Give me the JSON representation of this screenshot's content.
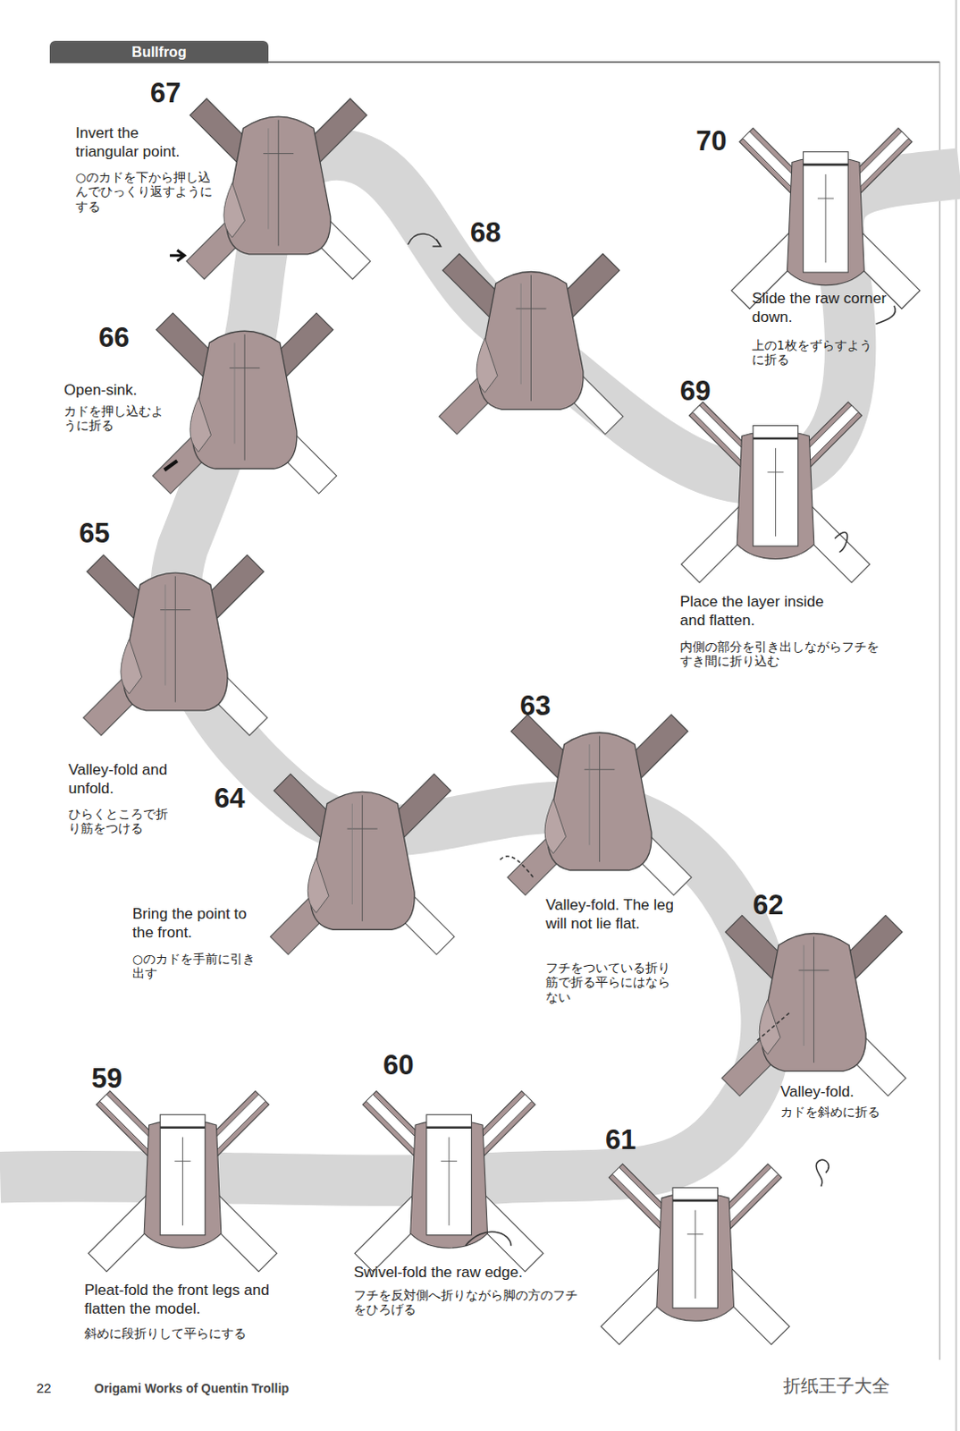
{
  "diagram": {
    "title": "Bullfrog",
    "labels": [
      "67",
      "Invert the triangular point.",
      "○のカドを下から押し込んでひっくり返すようにする",
      "68",
      "70",
      "Slide the raw corner down.",
      "上の1枚をずらすように折る",
      "69",
      "Place the layer inside and flatten.",
      "内側の部分を引き出しながらフチをすき間に折り込む",
      "66",
      "Open-sink.",
      "カドを押し込むように折る",
      "65",
      "Valley-fold and unfold.",
      "ひらくところで折り筋をつける",
      "64",
      "Bring the point to the front.",
      "○のカドを手前に引き出す",
      "63",
      "Valley-fold. The leg will not lie flat.",
      "フチをついている折り筋で折る平らにはならない",
      "62",
      "Valley-fold.",
      "カドを斜めに折る",
      "59",
      "Pleat-fold the front legs and flatten the model.",
      "斜めに段折りして平らにする",
      "60",
      "Swivel-fold the raw edge.",
      "フチを反対側へ折りながら脚の方のフチをひろげる",
      "61",
      "22",
      "Origami Works of Quentin Trollip",
      "折纸王子大全"
    ]
  }
}
